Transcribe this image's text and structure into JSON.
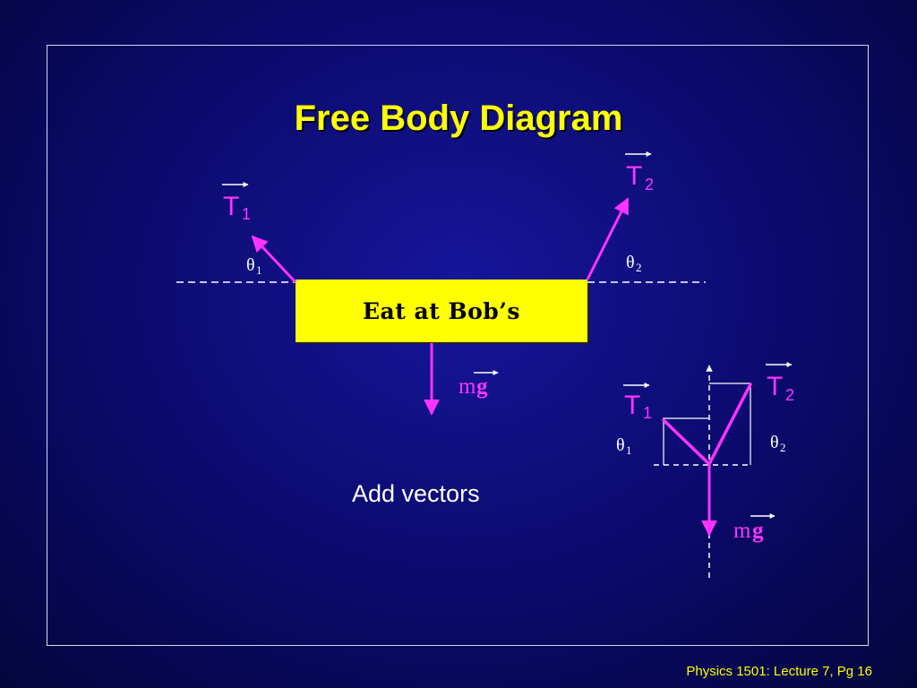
{
  "slide": {
    "title": "Free Body Diagram",
    "sign_text": "Eat at Bob’s",
    "subtext": "Add vectors",
    "footer": "Physics 1501: Lecture 7, Pg 16"
  },
  "labels": {
    "tension_symbol": "T",
    "sub_1": "1",
    "sub_2": "2",
    "theta": "θ",
    "mass": "m",
    "gravity": "g"
  },
  "colors": {
    "background": "#0a0a6a",
    "title": "#ffff00",
    "vector": "#ff33ff",
    "sign": "#ffff00",
    "lines": "#ffffff"
  }
}
